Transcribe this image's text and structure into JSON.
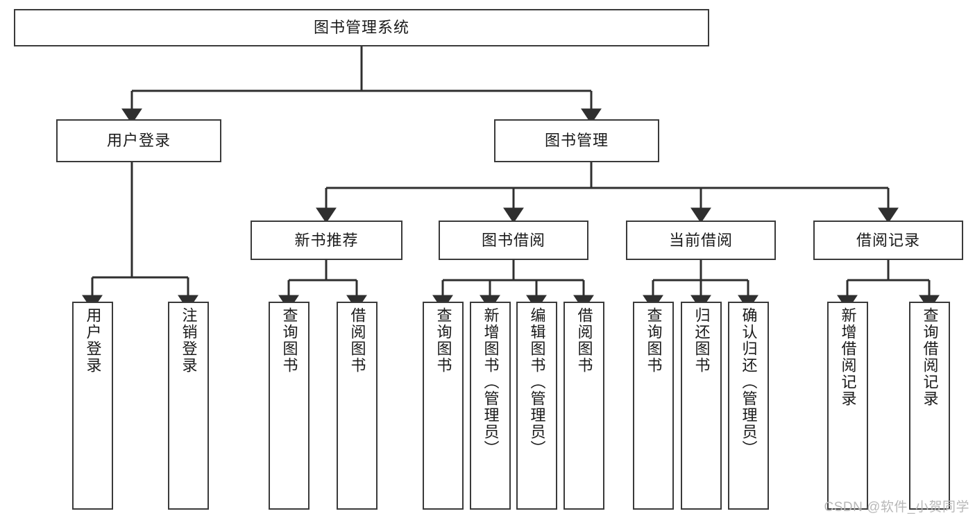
{
  "diagram": {
    "type": "tree-hierarchy",
    "title": "图书管理系统",
    "watermark": "CSDN @软件_小贺同学",
    "colors": {
      "box_border": "#3a3a3a",
      "box_fill": "#ffffff",
      "connector": "#2f2f2f",
      "text": "#1a1a1a",
      "watermark": "#b8b8b8",
      "background": "#ffffff"
    },
    "levels": {
      "root": {
        "label": "图书管理系统"
      },
      "level2": [
        {
          "label": "用户登录"
        },
        {
          "label": "图书管理"
        }
      ],
      "level3": [
        {
          "label": "新书推荐"
        },
        {
          "label": "图书借阅"
        },
        {
          "label": "当前借阅"
        },
        {
          "label": "借阅记录"
        }
      ],
      "leaves": {
        "user_login": [
          {
            "label": "用户登录"
          },
          {
            "label": "注销登录"
          }
        ],
        "new_book_recommend": [
          {
            "label": "查询图书"
          },
          {
            "label": "借阅图书"
          }
        ],
        "book_borrow": [
          {
            "label": "查询图书"
          },
          {
            "label": "新增图书（管理员）"
          },
          {
            "label": "编辑图书（管理员）"
          },
          {
            "label": "借阅图书"
          }
        ],
        "current_borrow": [
          {
            "label": "查询图书"
          },
          {
            "label": "归还图书"
          },
          {
            "label": "确认归还（管理员）"
          }
        ],
        "borrow_record": [
          {
            "label": "新增借阅记录"
          },
          {
            "label": "查询借阅记录"
          }
        ]
      }
    }
  }
}
